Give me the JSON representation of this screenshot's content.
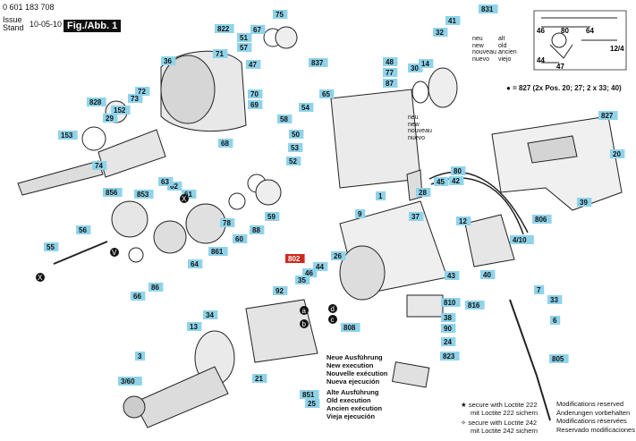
{
  "header": {
    "doc_number": "0 601 183 708",
    "issue_label": "Issue",
    "stand_label": "Stand",
    "issue_date": "10-05-10",
    "figure_label": "Fig./Abb. 1"
  },
  "colors": {
    "part_label_bg": "#8fd3ea",
    "highlight_label_bg": "#cc2a1e",
    "line": "#222222"
  },
  "part_labels": [
    {
      "id": "75"
    },
    {
      "id": "822"
    },
    {
      "id": "67"
    },
    {
      "id": "71"
    },
    {
      "id": "51"
    },
    {
      "id": "57"
    },
    {
      "id": "47"
    },
    {
      "id": "831"
    },
    {
      "id": "41"
    },
    {
      "id": "32"
    },
    {
      "id": "36"
    },
    {
      "id": "837"
    },
    {
      "id": "48"
    },
    {
      "id": "77"
    },
    {
      "id": "87"
    },
    {
      "id": "30"
    },
    {
      "id": "14"
    },
    {
      "id": "70"
    },
    {
      "id": "69"
    },
    {
      "id": "72"
    },
    {
      "id": "73"
    },
    {
      "id": "828"
    },
    {
      "id": "152"
    },
    {
      "id": "29"
    },
    {
      "id": "153"
    },
    {
      "id": "74"
    },
    {
      "id": "54"
    },
    {
      "id": "65"
    },
    {
      "id": "58"
    },
    {
      "id": "50"
    },
    {
      "id": "53"
    },
    {
      "id": "52"
    },
    {
      "id": "55"
    },
    {
      "id": "62"
    },
    {
      "id": "63"
    },
    {
      "id": "856"
    },
    {
      "id": "853"
    },
    {
      "id": "56"
    },
    {
      "id": "78"
    },
    {
      "id": "60"
    },
    {
      "id": "88"
    },
    {
      "id": "59"
    },
    {
      "id": "861"
    },
    {
      "id": "64"
    },
    {
      "id": "66"
    },
    {
      "id": "86"
    },
    {
      "id": "802"
    },
    {
      "id": "46"
    },
    {
      "id": "44"
    },
    {
      "id": "35"
    },
    {
      "id": "92"
    },
    {
      "id": "34"
    },
    {
      "id": "13"
    },
    {
      "id": "3"
    },
    {
      "id": "3/60"
    },
    {
      "id": "21"
    },
    {
      "id": "851"
    },
    {
      "id": "25"
    },
    {
      "id": "9"
    },
    {
      "id": "1"
    },
    {
      "id": "26"
    },
    {
      "id": "43"
    },
    {
      "id": "808"
    },
    {
      "id": "810"
    },
    {
      "id": "816"
    },
    {
      "id": "38"
    },
    {
      "id": "90"
    },
    {
      "id": "24"
    },
    {
      "id": "823"
    },
    {
      "id": "805"
    },
    {
      "id": "6"
    },
    {
      "id": "7"
    },
    {
      "id": "33"
    },
    {
      "id": "40"
    },
    {
      "id": "4/10"
    },
    {
      "id": "806"
    },
    {
      "id": "12"
    },
    {
      "id": "39"
    },
    {
      "id": "20"
    },
    {
      "id": "80"
    },
    {
      "id": "42"
    },
    {
      "id": "827"
    },
    {
      "id": "37"
    },
    {
      "id": "45"
    },
    {
      "id": "28"
    },
    {
      "id": "61"
    },
    {
      "id": "68"
    }
  ],
  "wiring_labels": {
    "l46": "46",
    "l80": "80",
    "l64": "64",
    "l44": "44",
    "l47": "47",
    "l124": "12/4"
  },
  "legend": {
    "new": [
      "neu",
      "new",
      "nouveau",
      "nuevo"
    ],
    "old": [
      "alt",
      "old",
      "ancien",
      "viejo"
    ]
  },
  "loctite_note": "= 827 (2x Pos. 20; 27; 2 x 33; 40)",
  "execution_new": [
    "Neue Ausführung",
    "New execution",
    "Nouvelle exécution",
    "Nueva ejecución"
  ],
  "execution_old": [
    "Alte Ausführung",
    "Old execution",
    "Ancien exécution",
    "Vieja ejecución"
  ],
  "bottom_notes": {
    "loctite222": [
      "secure with Loctite 222",
      "mit Loctite 222 sichern"
    ],
    "loctite242": [
      "secure with Loctite 242",
      "mit Loctite 242 sichern"
    ],
    "modifications": [
      "Modifications reserved",
      "Änderungen vorbehalten",
      "Modifications réservées",
      "Reservado modificaciones"
    ]
  },
  "small_letters": [
    "a",
    "b",
    "c",
    "d",
    "X",
    "V",
    "X"
  ],
  "neu_label_mid": [
    "neu",
    "new",
    "nouveau",
    "nuevo"
  ]
}
